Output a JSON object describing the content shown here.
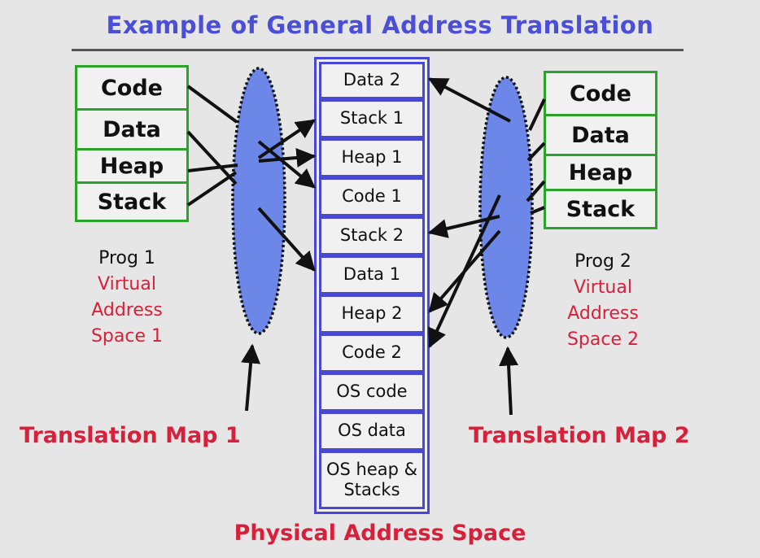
{
  "title": "Example of General Address Translation",
  "prog1": {
    "segments": [
      "Code",
      "Data",
      "Heap",
      "Stack"
    ],
    "name": "Prog 1",
    "caption": [
      "Virtual",
      "Address",
      "Space 1"
    ]
  },
  "prog2": {
    "segments": [
      "Code",
      "Data",
      "Heap",
      "Stack"
    ],
    "name": "Prog 2",
    "caption": [
      "Virtual",
      "Address",
      "Space 2"
    ]
  },
  "physical": {
    "cells": [
      "Data 2",
      "Stack 1",
      "Heap 1",
      "Code 1",
      "Stack 2",
      "Data 1",
      "Heap 2",
      "Code 2",
      "OS code",
      "OS data",
      "OS heap & Stacks"
    ],
    "label": "Physical Address Space"
  },
  "map1_label": "Translation Map 1",
  "map2_label": "Translation Map 2",
  "colors": {
    "title": "#4a4ed8",
    "virtual_border": "#2aa32a",
    "physical_border": "#4848d6",
    "map_fill": "#6c87e8",
    "red_text": "#d8203a"
  }
}
